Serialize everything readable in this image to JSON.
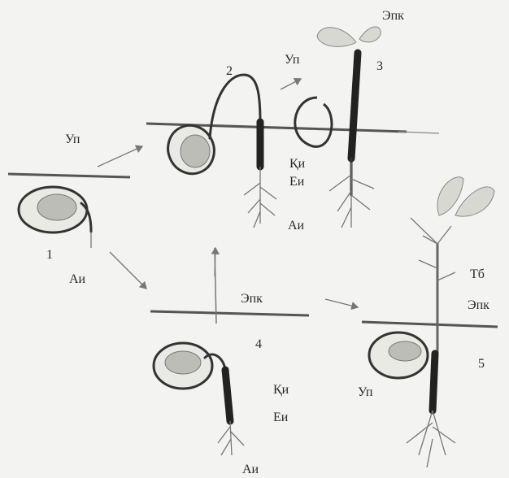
{
  "labels": {
    "epk_top": "Эпк",
    "up_top": "Уп",
    "up_left": "Уп",
    "qi_top": "Қи",
    "ei_top": "Еи",
    "ai_top": "Аи",
    "ai_left": "Аи",
    "epk_mid": "Эпк",
    "tb": "Тб",
    "epk_right": "Эпк",
    "qi_bottom": "Қи",
    "ei_bottom": "Еи",
    "ai_bottom": "Аи",
    "up_bottom": "Уп"
  },
  "numbers": {
    "n1": "1",
    "n2": "2",
    "n3": "3",
    "n4": "4",
    "n5": "5"
  }
}
